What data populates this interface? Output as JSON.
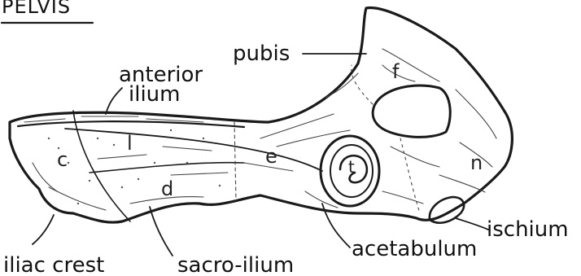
{
  "title": "PELVIS",
  "labels": {
    "pubis": "pubis",
    "anterior_ilium_line1": "anterior",
    "anterior_ilium_line2": "ilium",
    "iliac_crest": "iliac crest",
    "sacro_ilium": "sacro-ilium",
    "acetabulum": "acetabulum",
    "ischium": "ischium"
  },
  "region_letters": {
    "c": "c",
    "d": "d",
    "e": "e",
    "f": "f",
    "l": "l",
    "n": "n",
    "t": "t"
  },
  "colors": {
    "ink": "#1a1a1a",
    "paper": "#ffffff"
  }
}
